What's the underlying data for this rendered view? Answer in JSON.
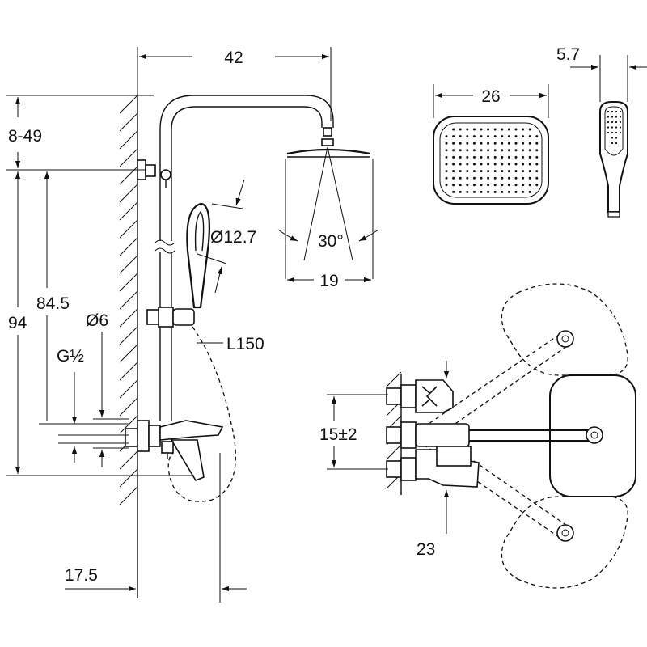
{
  "dimensions": {
    "arm_length": "42",
    "top_offset": "8-49",
    "total_height": "94",
    "rail_height": "84.5",
    "connection_thread": "G½",
    "rail_diameter": "Ø6",
    "hand_shower_diameter": "Ø12.7",
    "spray_angle": "30°",
    "head_diameter": "19",
    "hose_length": "L150",
    "wall_distance": "17.5",
    "head_width": "26",
    "hand_shower_width": "5.7",
    "connection_spacing": "15±2",
    "spout_reach": "23"
  }
}
